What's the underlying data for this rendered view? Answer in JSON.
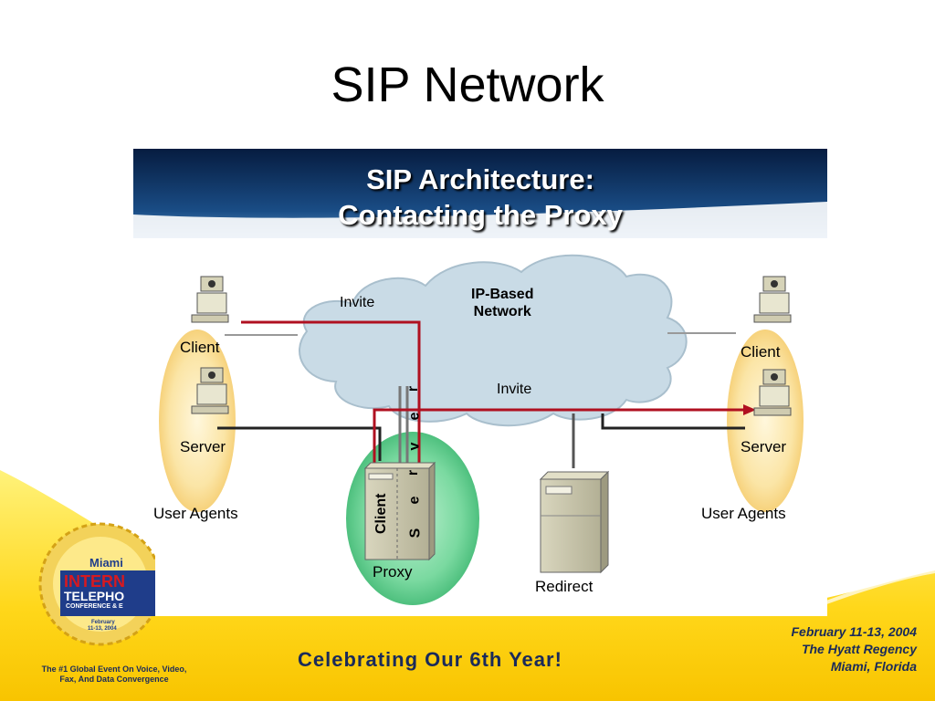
{
  "slide": {
    "title": "SIP Network"
  },
  "diagram": {
    "header_line1": "SIP Architecture:",
    "header_line2": "Contacting the Proxy",
    "cloud_label_line1": "IP-Based",
    "cloud_label_line2": "Network",
    "invite_label_top": "Invite",
    "invite_label_bottom": "Invite",
    "left_client": "Client",
    "left_server": "Server",
    "left_group": "User Agents",
    "right_client": "Client",
    "right_server": "Server",
    "right_group": "User Agents",
    "proxy_label": "Proxy",
    "proxy_client_vertical": "Client",
    "proxy_server_letters": [
      "S",
      "e",
      "r",
      "v",
      "e",
      "r"
    ],
    "redirect_label": "Redirect",
    "colors": {
      "arrow": "#b01020",
      "ellipse": "#f7d27a",
      "proxy_circle": "#3cb878",
      "cloud": "#c9dbe6",
      "header": "#0b2d5e"
    }
  },
  "footer": {
    "logo_line1": "Miami",
    "logo_line2": "INTERN",
    "logo_line3": "TELEPHO",
    "logo_line4": "CONFERENCE & E",
    "logo_line5": "February",
    "logo_line6": "11-13, 2004",
    "tagline_line1": "The #1 Global Event On Voice, Video,",
    "tagline_line2": "Fax, And Data Convergence",
    "celebrating": "Celebrating Our 6th Year!",
    "date": "February 11-13, 2004",
    "venue": "The Hyatt Regency",
    "city": "Miami, Florida"
  }
}
